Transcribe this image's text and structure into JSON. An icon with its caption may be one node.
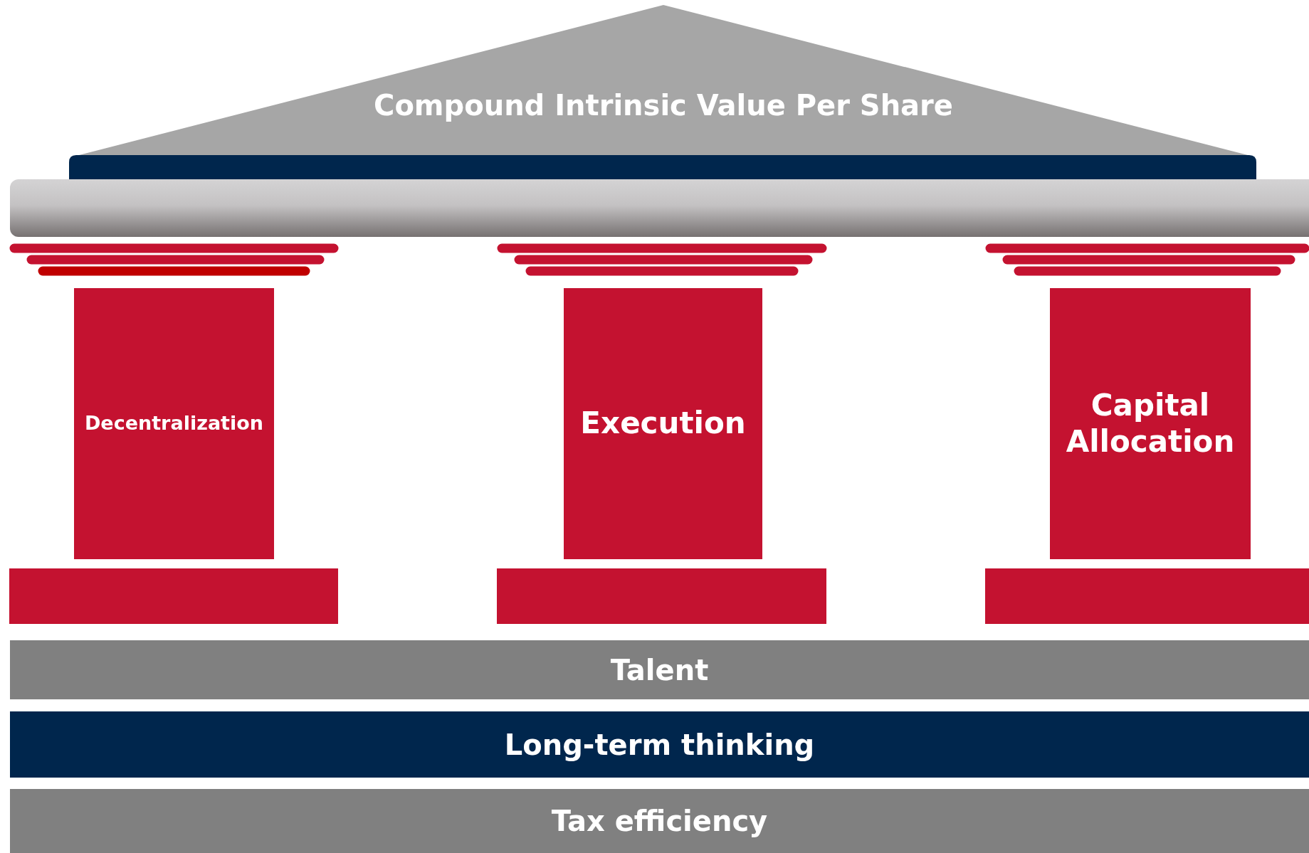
{
  "diagram": {
    "nodes": [
      {
        "text": [
          "Compound Intrinsic Value Per Share"
        ]
      },
      {
        "text": [
          "Decentralization"
        ]
      },
      {
        "text": [
          "Execution"
        ]
      },
      {
        "text": [
          "Capital Allocation"
        ]
      },
      {
        "text": [
          "Talent"
        ]
      },
      {
        "text": [
          "Long-term thinking"
        ]
      },
      {
        "text": [
          "Tax efficiency"
        ]
      }
    ]
  }
}
